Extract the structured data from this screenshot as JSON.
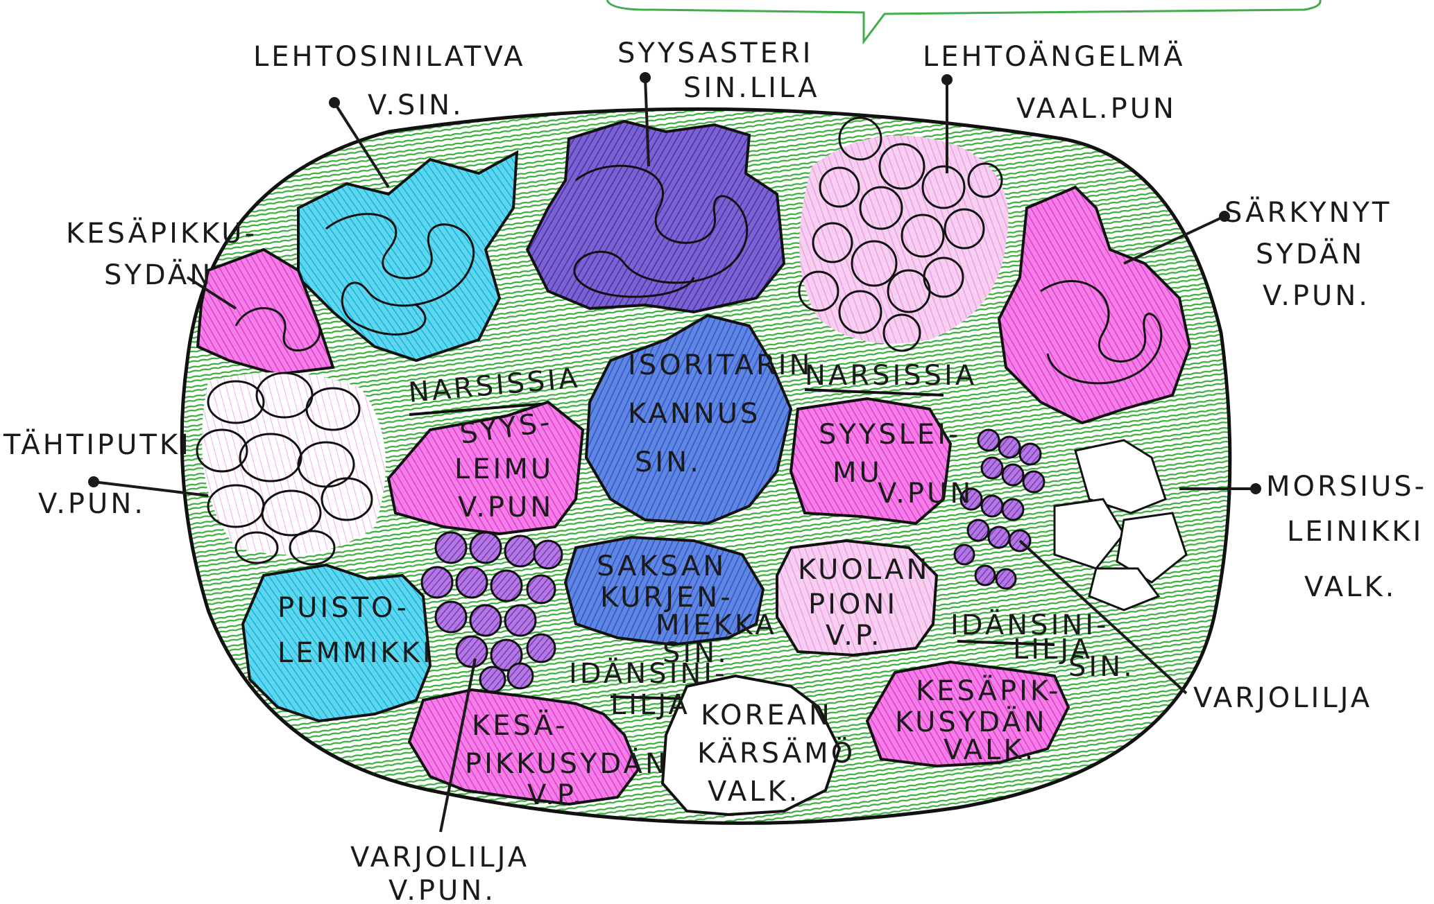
{
  "colors": {
    "grass": "#3cae3c",
    "cyan": "#22c4e6",
    "violet": "#5a3fb8",
    "blue": "#3a5fd0",
    "magenta": "#ec3fd8",
    "pink_light": "#f2b8ec",
    "purple_berry": "#8a3fc8",
    "outline": "#111111",
    "speech_green": "#3fae4a"
  },
  "labels": {
    "lehtosinilatva": "LEHTOSINILATVA",
    "lehtosinilatva_color": "V.SIN.",
    "syysasteri": "SYYSASTERI",
    "syysasteri_color": "SIN.LILA",
    "lehtoangelma": "LEHTOÄNGELMÄ",
    "lehtoangelma_color": "VAAL.PUN",
    "kesapikkusydan_left_1": "KESÄPIKKU-",
    "kesapikkusydan_left_2": "SYDÄN",
    "sarkynyt_1": "SÄRKYNYT",
    "sarkynyt_2": "SYDÄN",
    "sarkynyt_3": "V.PUN.",
    "tahtiputki_1": "TÄHTIPUTKI",
    "tahtiputki_2": "V.PUN.",
    "morsius_1": "MORSIUS-",
    "morsius_2": "LEINIKKI",
    "morsius_3": "VALK.",
    "varjolilja_right": "VARJOLILJA",
    "varjolilja_bottom_1": "VARJOLILJA",
    "varjolilja_bottom_2": "V.PUN."
  },
  "inner": {
    "narsissia_left": "NARSISSIA",
    "narsissia_right": "NARSISSIA",
    "isoritarinkannus_1": "ISORITARIN",
    "isoritarinkannus_2": "KANNUS",
    "isoritarinkannus_3": "SIN.",
    "syysleimu_left_1": "SYYS-",
    "syysleimu_left_2": "LEIMU",
    "syysleimu_left_3": "V.PUN",
    "syysleimu_right_1": "SYYSLEI-",
    "syysleimu_right_2": "MU",
    "syysleimu_right_3": "V.PUN",
    "saksankurjenmiekka_1": "SAKSAN",
    "saksankurjenmiekka_2": "KURJEN-",
    "saksankurjenmiekka_3": "MIEKKA",
    "saksankurjenmiekka_4": "SIN.",
    "kuolanpioni_1": "KUOLAN",
    "kuolanpioni_2": "PIONI",
    "kuolanpioni_3": "V.P.",
    "puistolemmikki_1": "PUISTO-",
    "puistolemmikki_2": "LEMMIKKI",
    "idansinililja_left_1": "IDÄNSINI-",
    "idansinililja_left_2": "LILJA",
    "idansinililja_right_1": "IDÄNSINI-",
    "idansinililja_right_2": "LILJA",
    "idansinililja_right_3": "SIN.",
    "kesapikkusydan_bottom_1": "KESÄ-",
    "kesapikkusydan_bottom_2": "PIKKUSYDÄN",
    "kesapikkusydan_bottom_3": "V.P.",
    "koreankarsamo_1": "KOREAN",
    "koreankarsamo_2": "KÄRSÄMÖ",
    "koreankarsamo_3": "VALK.",
    "kesapikkusydan_right_1": "KESÄPIK-",
    "kesapikkusydan_right_2": "KUSYDÄN",
    "kesapikkusydan_right_3": "VALK."
  }
}
